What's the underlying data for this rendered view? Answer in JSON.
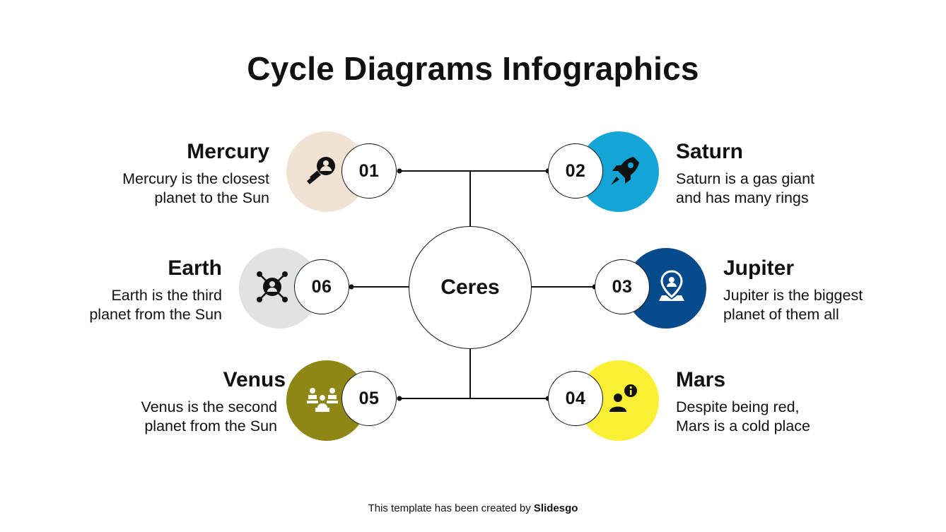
{
  "title": "Cycle Diagrams Infographics",
  "center_label": "Ceres",
  "items": [
    {
      "num": "01",
      "name": "Mercury",
      "line1": "Mercury is the closest",
      "line2": "planet to the Sun",
      "color": "#F1E3D3",
      "icon": "telescope-person-icon"
    },
    {
      "num": "02",
      "name": "Saturn",
      "line1": "Saturn is a gas giant",
      "line2": "and has many rings",
      "color": "#14A5D6",
      "icon": "rocket-icon"
    },
    {
      "num": "03",
      "name": "Jupiter",
      "line1": "Jupiter is the biggest",
      "line2": "planet of them all",
      "color": "#054A8A",
      "icon": "location-pin-person-icon"
    },
    {
      "num": "04",
      "name": "Mars",
      "line1": "Despite being red,",
      "line2": "Mars is a cold place",
      "color": "#FAF033",
      "icon": "person-info-icon"
    },
    {
      "num": "05",
      "name": "Venus",
      "line1": "Venus is the second",
      "line2": "planet from the Sun",
      "color": "#8E8716",
      "icon": "team-people-icon"
    },
    {
      "num": "06",
      "name": "Earth",
      "line1": "Earth is the third",
      "line2": "planet from the Sun",
      "color": "#DFE3E2",
      "icon": "network-person-icon"
    }
  ],
  "footer": {
    "prefix": "This template has been created by ",
    "brand": "Slidesgo"
  }
}
